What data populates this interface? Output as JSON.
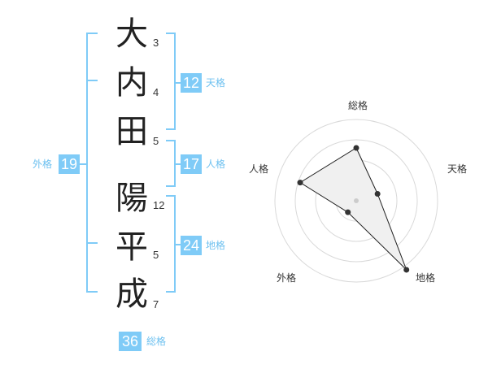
{
  "name": {
    "chars": [
      {
        "char": "大",
        "strokes": "3"
      },
      {
        "char": "内",
        "strokes": "4"
      },
      {
        "char": "田",
        "strokes": "5"
      },
      {
        "char": "陽",
        "strokes": "12"
      },
      {
        "char": "平",
        "strokes": "5"
      },
      {
        "char": "成",
        "strokes": "7"
      }
    ]
  },
  "kaku": {
    "tenkaku": {
      "label": "天格",
      "value": "12"
    },
    "jinkaku": {
      "label": "人格",
      "value": "17"
    },
    "chikaku": {
      "label": "地格",
      "value": "24"
    },
    "gaikaku": {
      "label": "外格",
      "value": "19"
    },
    "soukaku": {
      "label": "総格",
      "value": "36"
    }
  },
  "colors": {
    "accent": "#7fcbf7",
    "label_text": "#6ec1f0",
    "radar_fill": "#f0f0f0",
    "radar_stroke": "#222222",
    "ring": "#d9d9d9"
  },
  "chart_data": {
    "type": "radar",
    "axes": [
      "総格",
      "天格",
      "地格",
      "外格",
      "人格"
    ],
    "values": [
      2.6,
      1.1,
      4.2,
      0.7,
      2.9
    ],
    "max": 4,
    "rings": 4
  }
}
